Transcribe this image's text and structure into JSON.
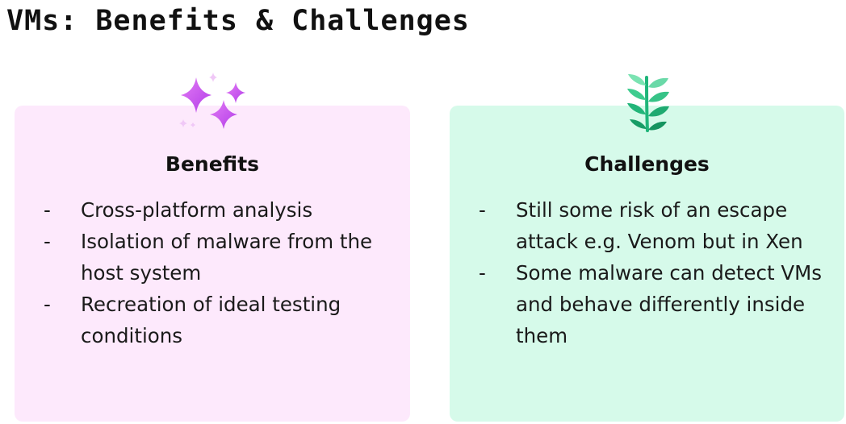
{
  "title": "VMs: Benefits & Challenges",
  "benefits": {
    "icon": "sparkles-icon",
    "heading": "Benefits",
    "bullet": "-",
    "items": [
      "Cross-platform analysis",
      "Isolation of malware from the host system",
      "Recreation of ideal testing conditions"
    ]
  },
  "challenges": {
    "icon": "leaf-icon",
    "heading": "Challenges",
    "bullet": "-",
    "items": [
      "Still some risk of an escape attack e.g. Venom but in Xen",
      "Some malware can detect VMs and behave differently inside them"
    ]
  },
  "colors": {
    "benefits_card": "#fde9fc",
    "challenges_card": "#d6faea",
    "sparkle": "#c84cf0",
    "leaf": "#1fb57a"
  }
}
